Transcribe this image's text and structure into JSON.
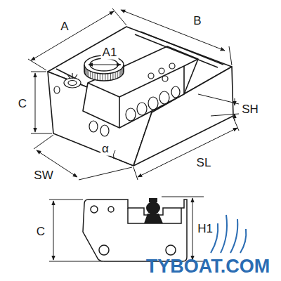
{
  "diagram": {
    "labels": [
      "A",
      "B",
      "A1",
      "C",
      "SH",
      "SL",
      "SW",
      "α",
      "C",
      "H1",
      "TYBOAT.COM"
    ]
  }
}
